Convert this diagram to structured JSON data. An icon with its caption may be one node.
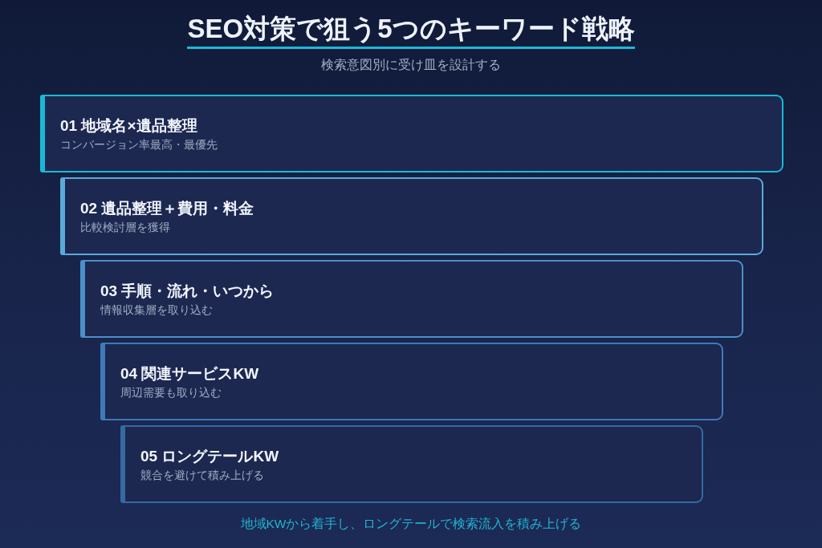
{
  "diagram": {
    "title": "SEO対策で狙う5つのキーワード戦略",
    "nodes": [
      {
        "text": [
          "01 地域名×遺品整理",
          "コンバージョン率最高・最優先"
        ]
      },
      {
        "text": [
          "02 遺品整理＋費用・料金",
          "比較検討層を獲得"
        ]
      },
      {
        "text": [
          "03 手順・流れ・いつから",
          "情報収集層を取り込む"
        ]
      },
      {
        "text": [
          "04 関連サービスKW",
          "周辺需要も取り込む"
        ]
      },
      {
        "text": [
          "05 ロングテールKW",
          "競合を避けて積み上げる"
        ]
      }
    ],
    "labels": [
      "検索意図別に受け皿を設計する"
    ],
    "caption": "地域KWから着手し、ロングテールで検索流入を積み上げる"
  }
}
